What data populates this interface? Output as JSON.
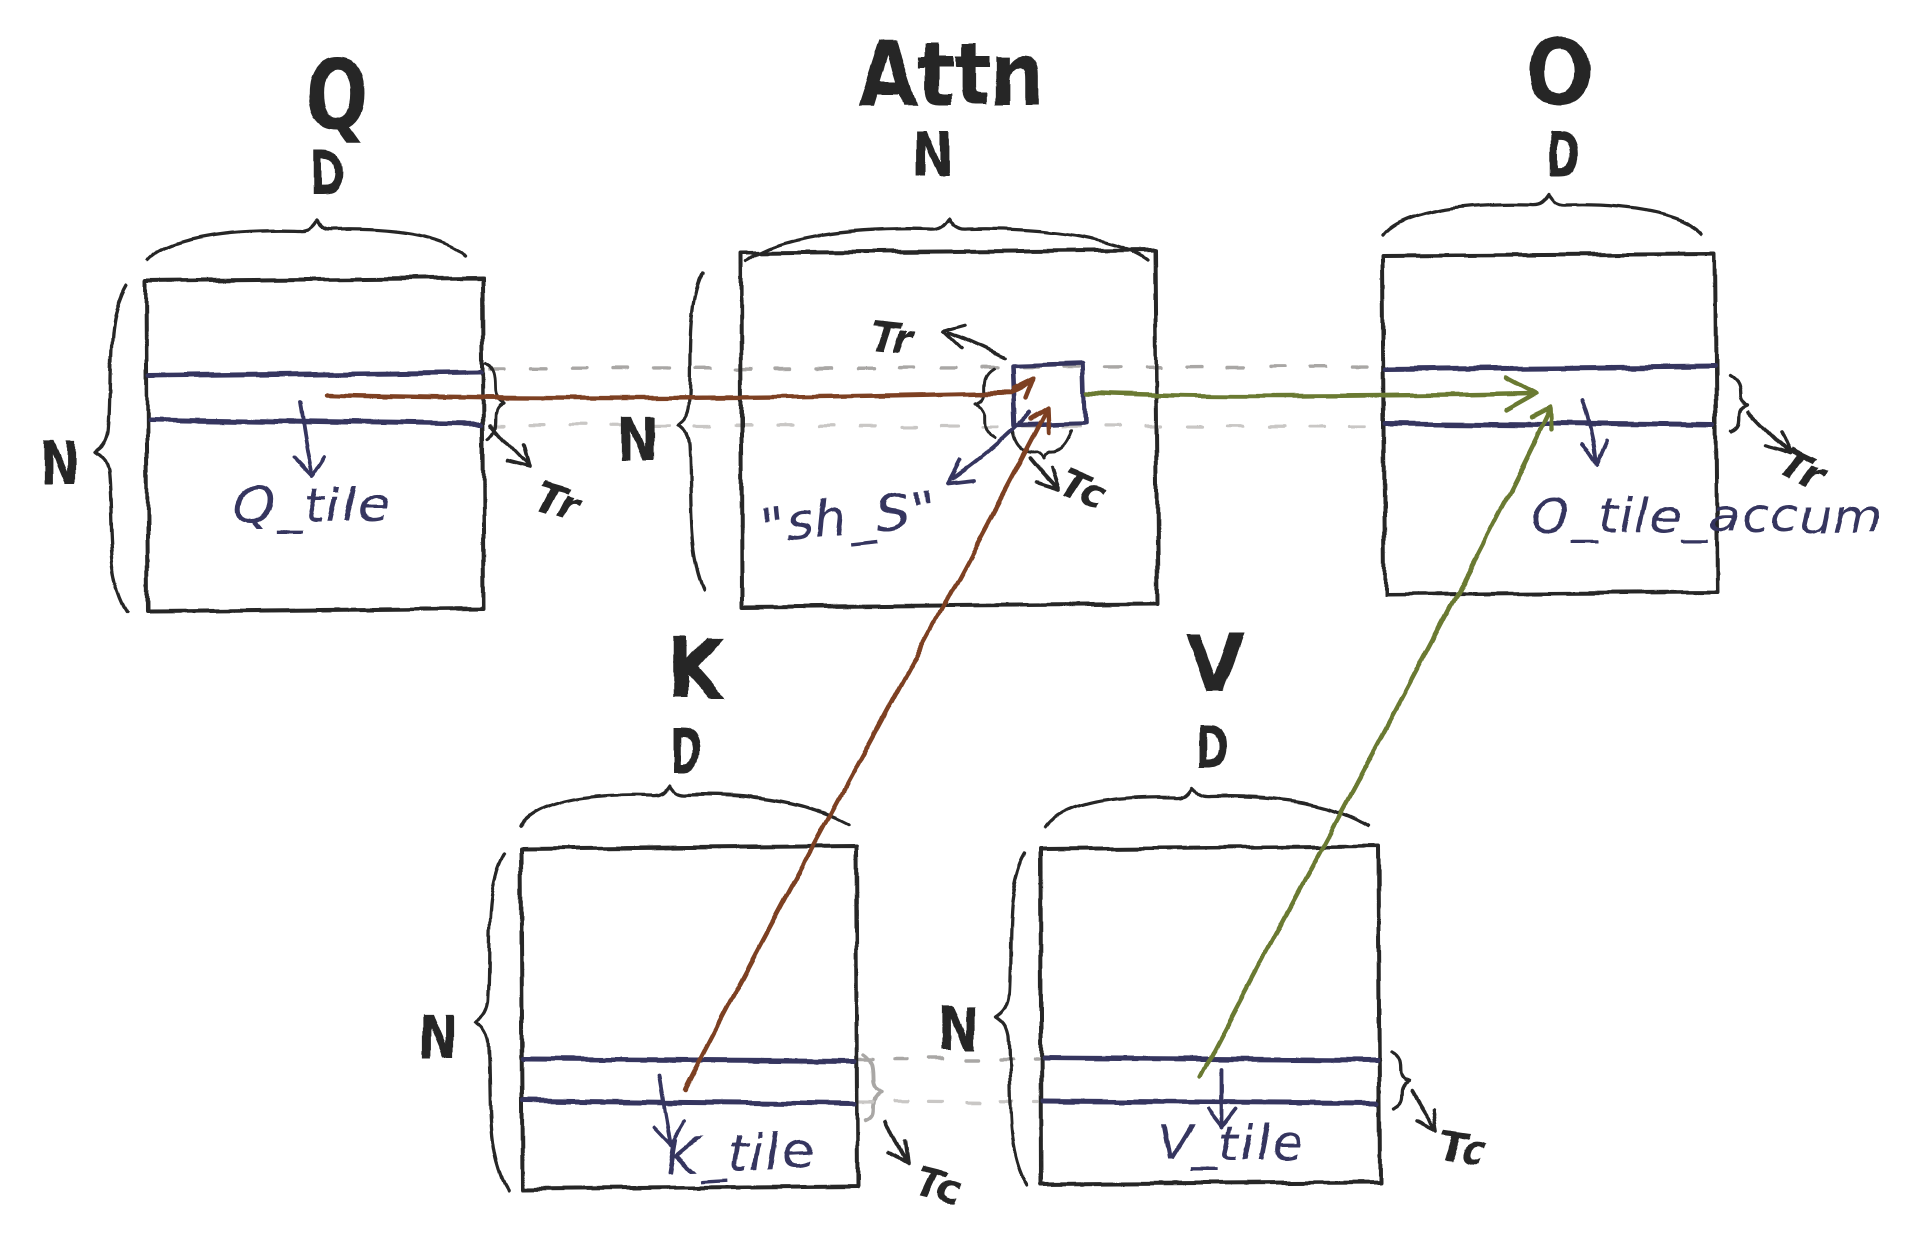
{
  "colors": {
    "ink": "#262626",
    "navy": "#34345f",
    "brown": "#7d4023",
    "green": "#6b7a31",
    "gray": "#a9a7a5",
    "gray_light": "#c9c7c5",
    "background": "#ffffff"
  },
  "q": {
    "title": "Q",
    "col_dim": "D",
    "row_dim": "N",
    "tile": "Q_tile",
    "row_size": "Tr"
  },
  "attn": {
    "title": "Attn",
    "col_dim": "N",
    "row_dim": "N",
    "cell": "\"sh_S\"",
    "row_size": "Tr",
    "col_size": "Tc"
  },
  "o": {
    "title": "O",
    "col_dim": "D",
    "tile": "O_tile_accum",
    "row_size": "Tr"
  },
  "k": {
    "title": "K",
    "col_dim": "D",
    "row_dim": "N",
    "tile": "K_tile",
    "col_size": "Tc"
  },
  "v": {
    "title": "V",
    "col_dim": "D",
    "row_dim": "N",
    "tile": "V_tile",
    "col_size": "Tc"
  }
}
